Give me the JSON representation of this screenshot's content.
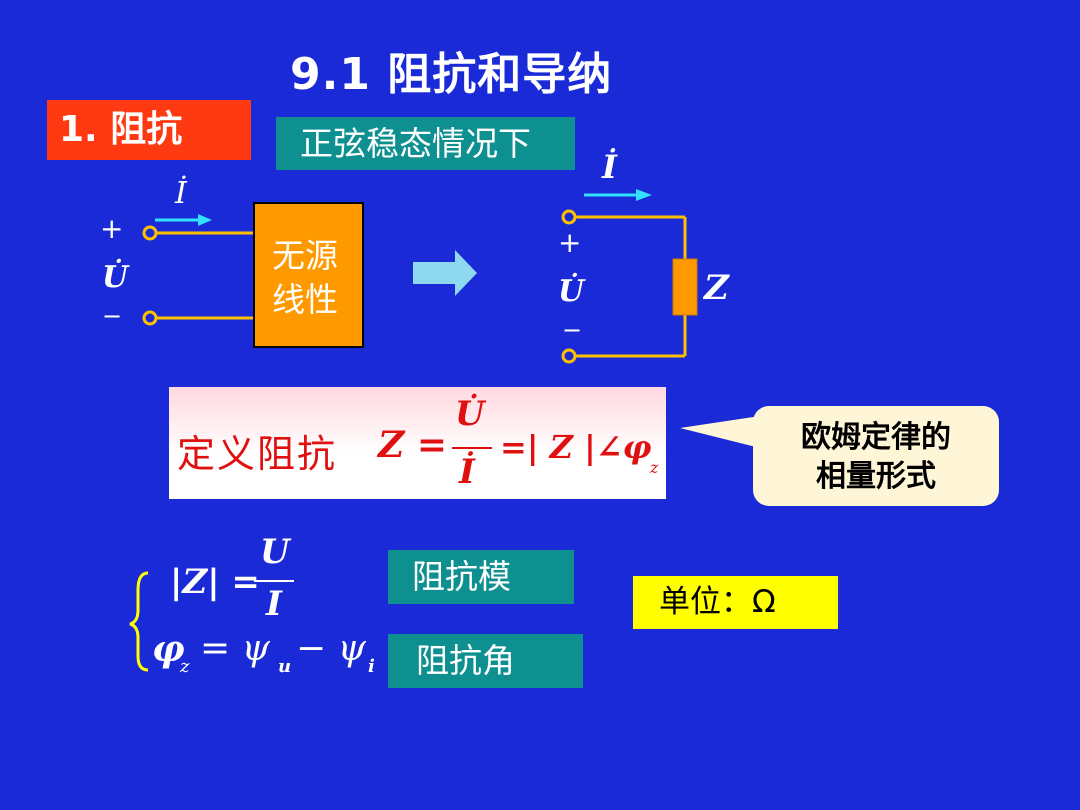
{
  "title": "9.1  阻抗和导纳",
  "section": "1. 阻抗",
  "condition": "正弦稳态情况下",
  "circuit_left": {
    "current": "İ",
    "plus": "+",
    "voltage": "U̇",
    "minus": "−",
    "block_line1": "无源",
    "block_line2": "线性"
  },
  "circuit_right": {
    "current": "İ",
    "plus": "+",
    "voltage": "U̇",
    "minus": "−",
    "impedance": "Z"
  },
  "definition": {
    "label": "定义阻抗",
    "lhs": "Z =",
    "numerator": "U̇",
    "denominator": "İ",
    "rhs": "=| Z |∠φ",
    "rhs_sub": "z"
  },
  "callout": {
    "line1": "欧姆定律的",
    "line2": "相量形式"
  },
  "formulas": {
    "mag_lhs": "|Z| =",
    "mag_num": "U",
    "mag_den": "I",
    "angle_phi": "φ",
    "angle_sub": "z",
    "angle_eq": "= ψ",
    "angle_u": "u",
    "angle_minus": "− ψ",
    "angle_i": "i"
  },
  "labels": {
    "modulus": "阻抗模",
    "angle": "阻抗角",
    "unit": "单位：Ω"
  },
  "colors": {
    "background": "#1a2ad6",
    "section_bg": "#ff3a12",
    "teal": "#0f9090",
    "block": "#ff9900",
    "wire": "#ffc000",
    "arrow": "#33e0ff",
    "definition_text": "#e01010",
    "unit_bg": "#ffff00"
  }
}
